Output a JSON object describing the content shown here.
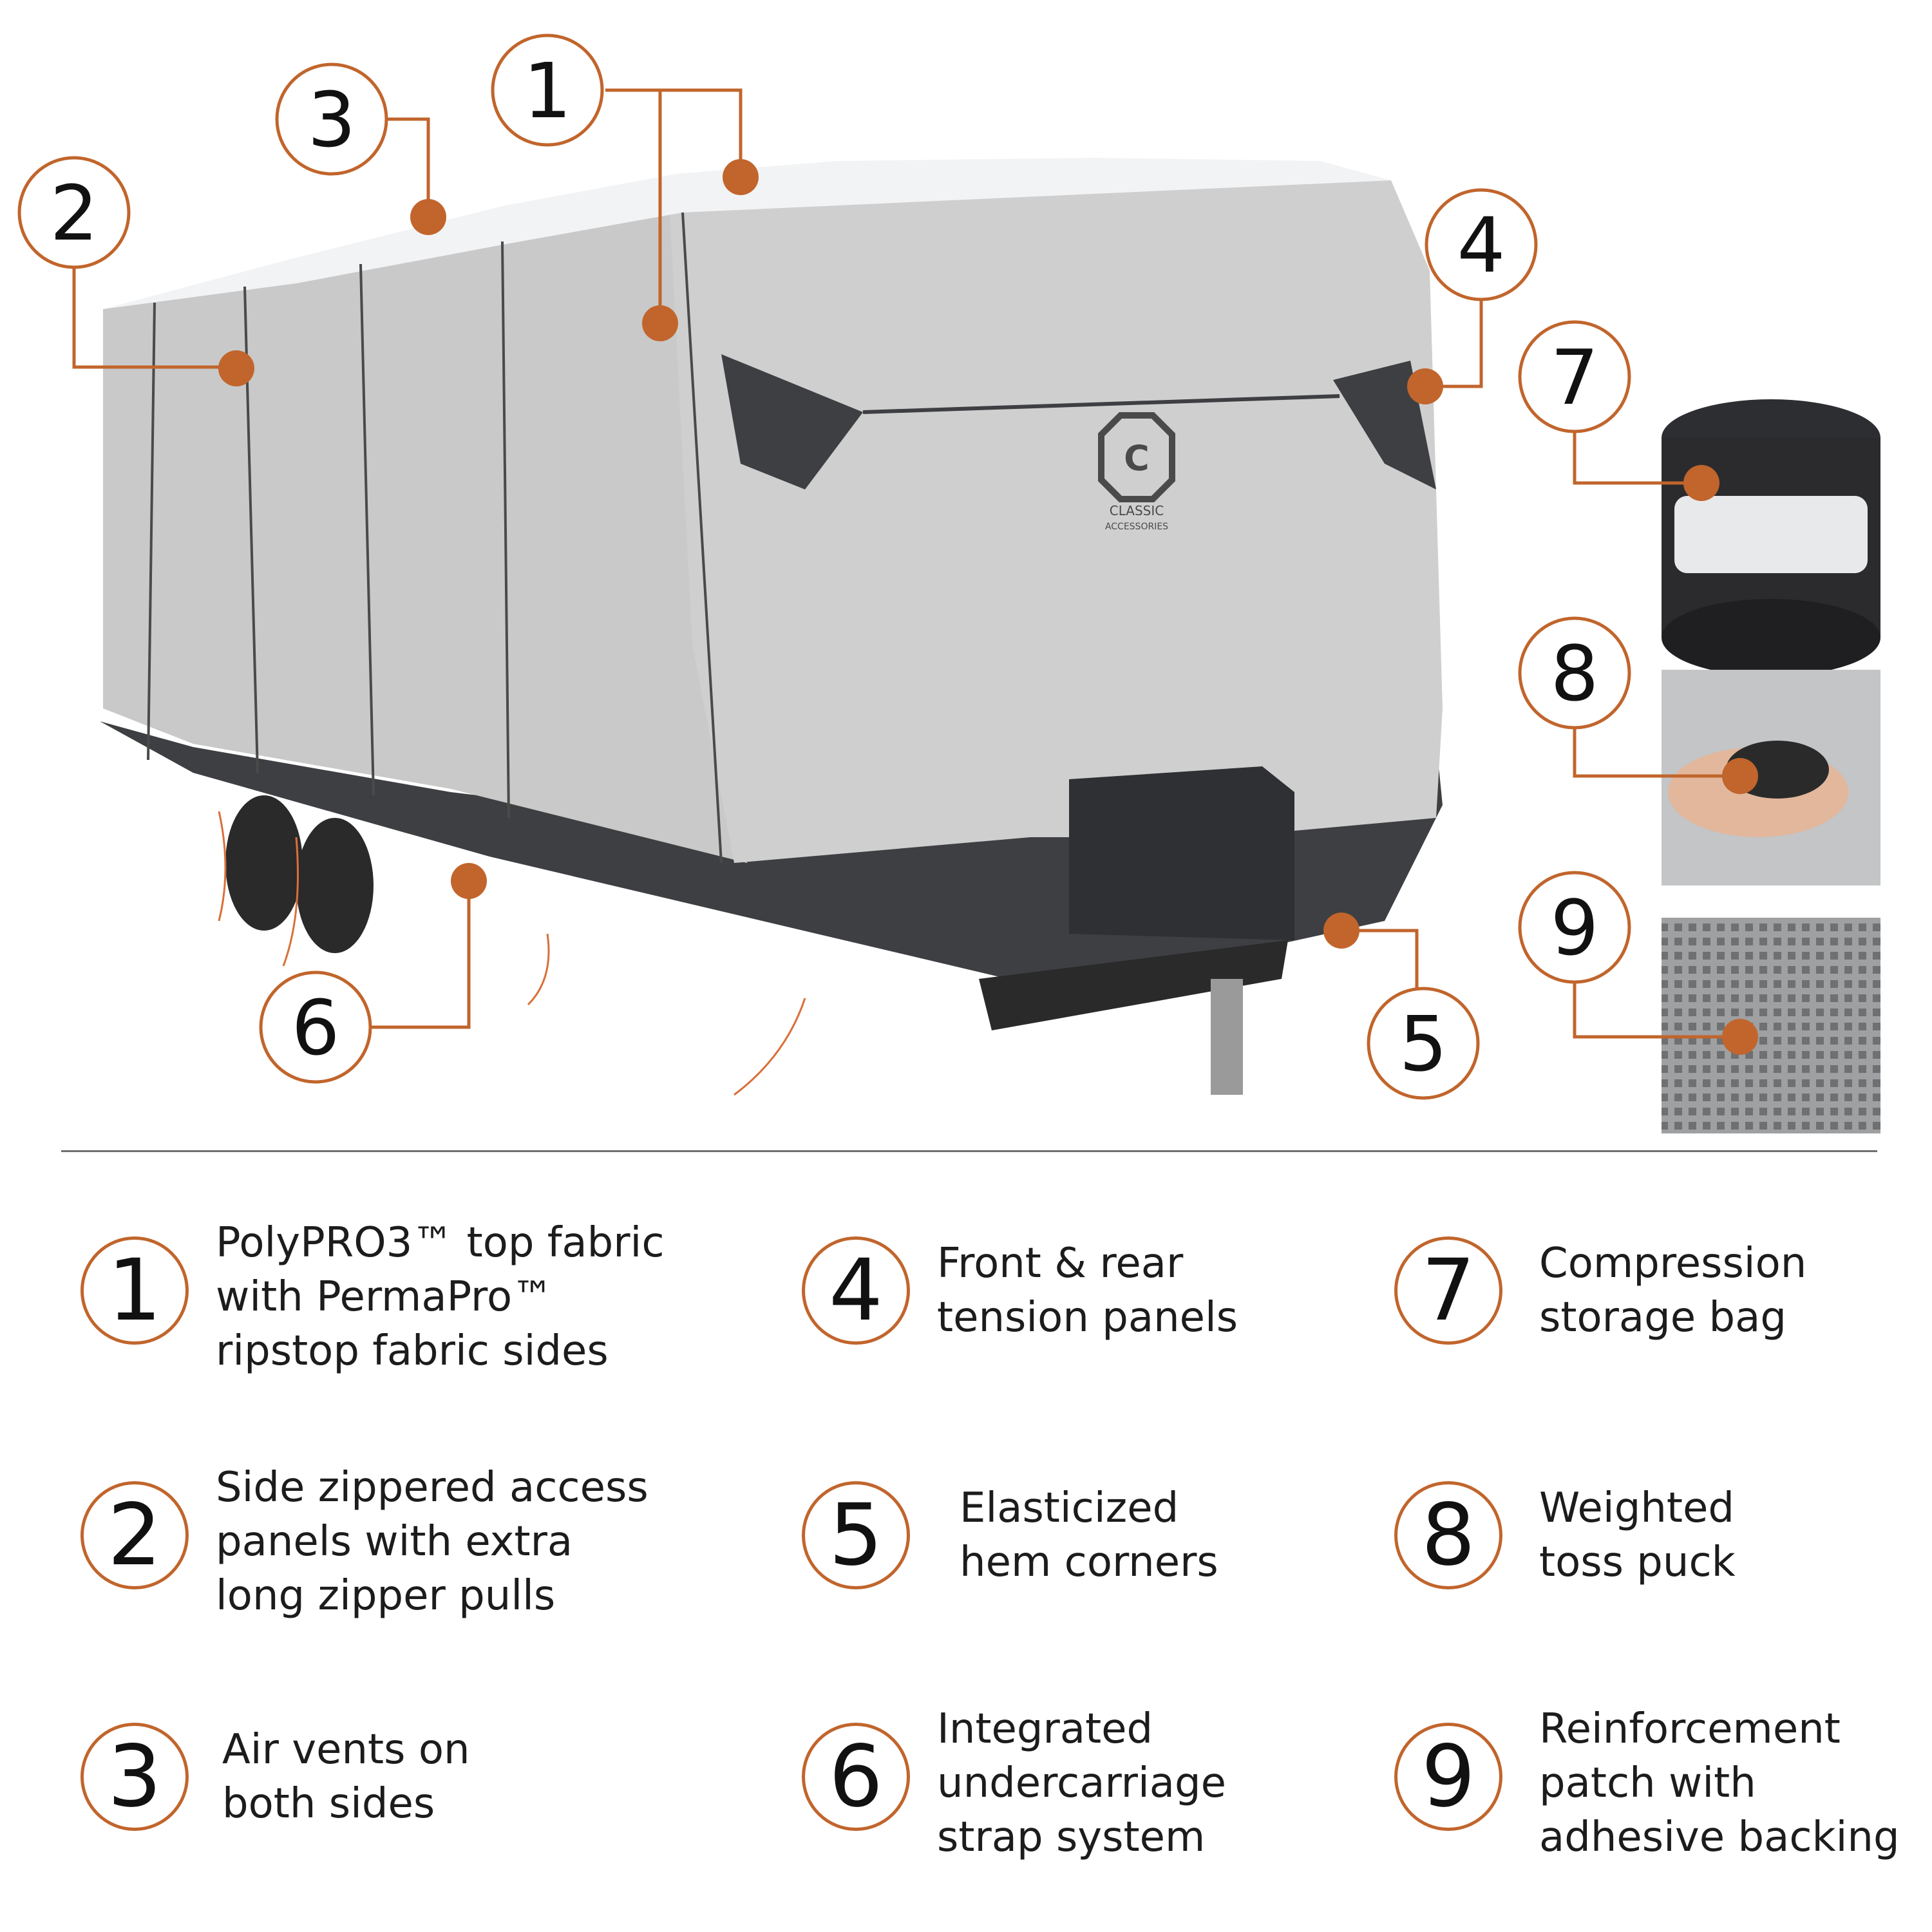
{
  "colors": {
    "accent": "#c1652c",
    "cover_light": "#cfcfcf",
    "cover_dark": "#3e3f42",
    "roof": "#f2f3f5",
    "text": "#1c1c1c"
  },
  "brand_logo": {
    "text_line1": "CLASSIC",
    "text_line2": "ACCESSORIES"
  },
  "callouts": [
    "1",
    "2",
    "3",
    "4",
    "5",
    "6",
    "7",
    "8",
    "9"
  ],
  "features": [
    {
      "num": "1",
      "lines": [
        "PolyPRO3™ top fabric",
        "with PermaPro™",
        "ripstop fabric sides"
      ]
    },
    {
      "num": "2",
      "lines": [
        "Side zippered access",
        "panels with extra",
        "long zipper pulls"
      ]
    },
    {
      "num": "3",
      "lines": [
        "Air vents on",
        "both sides"
      ]
    },
    {
      "num": "4",
      "lines": [
        "Front & rear",
        "tension panels"
      ]
    },
    {
      "num": "5",
      "lines": [
        "Elasticized",
        "hem corners"
      ]
    },
    {
      "num": "6",
      "lines": [
        "Integrated",
        "undercarriage",
        "strap system"
      ]
    },
    {
      "num": "7",
      "lines": [
        "Compression",
        "storage bag"
      ]
    },
    {
      "num": "8",
      "lines": [
        "Weighted",
        "toss puck"
      ]
    },
    {
      "num": "9",
      "lines": [
        "Reinforcement",
        "patch with",
        "adhesive backing"
      ]
    }
  ]
}
